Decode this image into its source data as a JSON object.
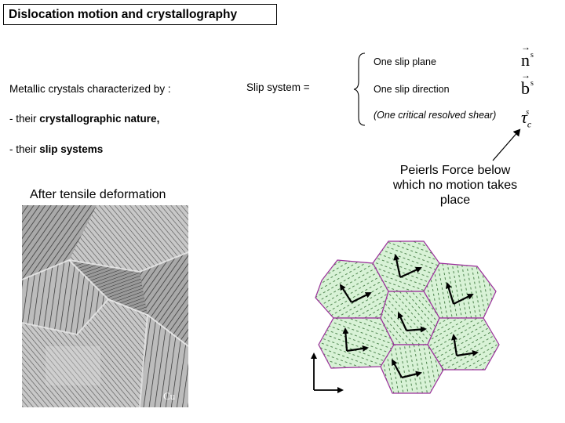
{
  "title": "Dislocation motion and crystallography",
  "left_text": {
    "intro": "Metallic crystals characterized by :",
    "bullet1_prefix": "- their ",
    "bullet1_bold": "crystallographic nature,",
    "bullet2_prefix": "- their ",
    "bullet2_bold": "slip systems"
  },
  "slip_system": {
    "label": "Slip system =",
    "items": [
      {
        "text": "One slip plane",
        "symbol": "n",
        "superscript": "s"
      },
      {
        "text": "One slip direction",
        "symbol": "b",
        "superscript": "s"
      },
      {
        "text": "(One critical resolved shear)",
        "symbol": "τ",
        "subscript": "c",
        "superscript": "s"
      }
    ]
  },
  "peierls_note": "Peierls Force below which no motion takes place",
  "micrograph": {
    "caption": "After tensile deformation",
    "element_label": "Cu"
  },
  "colors": {
    "grain_fill": "#d8f2d6",
    "grain_border": "#9b2f9b",
    "slip_lines": "#2e6b2e",
    "arrows": "#000000"
  }
}
